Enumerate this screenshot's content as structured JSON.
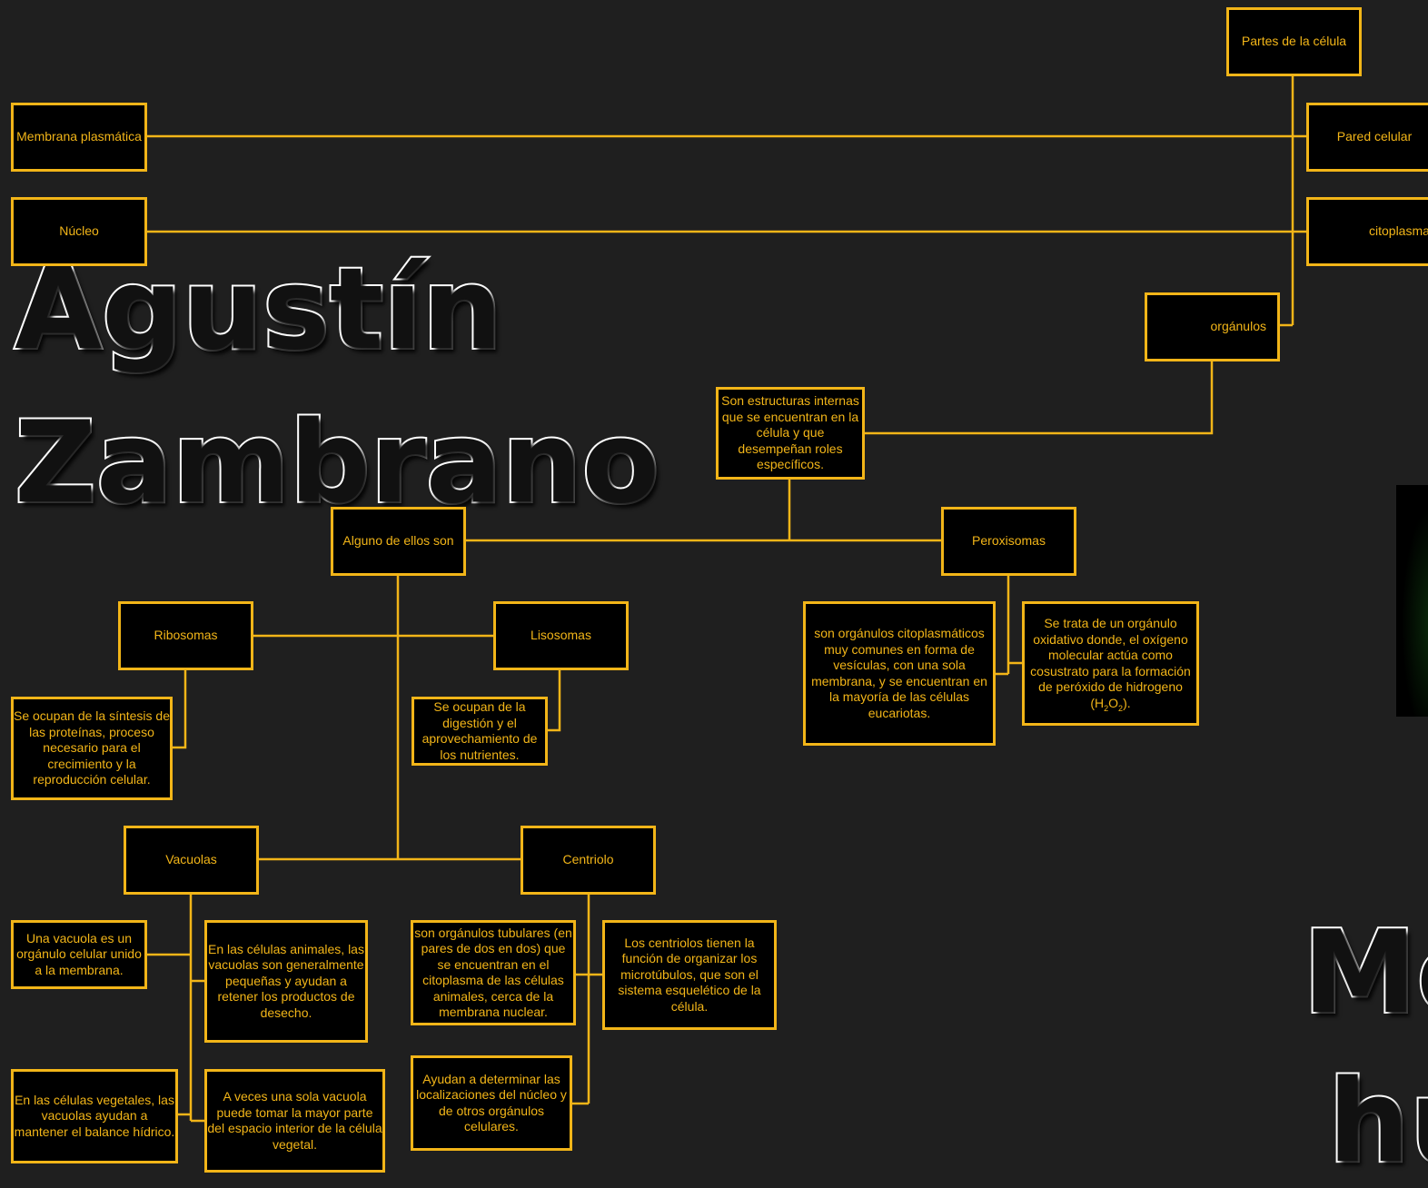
{
  "author": {
    "first_name": "Agustín",
    "last_name": "Zambrano",
    "right_title_line1": "Mo",
    "right_title_line2": "hu"
  },
  "colors": {
    "background": "#1f1f1f",
    "box_fill": "#000000",
    "accent": "#f2b518"
  },
  "diagram": {
    "root": "Partes de la célula",
    "membrana": "Membrana plasmática",
    "pared": "Pared celular",
    "nucleo": "Núcleo",
    "citoplasma": "citoplasma",
    "organulos": "orgánulos",
    "organulos_def": "Son estructuras internas que se encuentran en la célula y que desempeñan roles específicos.",
    "alguno": "Alguno de ellos son",
    "peroxisomas": "Peroxisomas",
    "peroxisomas_desc1": "son orgánulos citoplasmáticos muy comunes en forma de vesículas, con una sola membrana, y se encuentran en la mayoría de las células eucariotas.",
    "peroxisomas_desc2_a": "Se trata de un orgánulo oxidativo donde, el oxígeno molecular actúa como cosustrato para la formación de peróxido de hidrogeno (H",
    "peroxisomas_desc2_sub1": "2",
    "peroxisomas_desc2_b": "O",
    "peroxisomas_desc2_sub2": "2",
    "peroxisomas_desc2_c": ").",
    "ribosomas": "Ribosomas",
    "ribosomas_desc": "Se ocupan de la síntesis de las proteínas, proceso necesario para el crecimiento y la reproducción celular.",
    "lisosomas": "Lisosomas",
    "lisosomas_desc": "Se ocupan de la digestión y el aprovechamiento de los nutrientes.",
    "vacuolas": "Vacuolas",
    "vacuolas_desc1": "Una vacuola es un orgánulo celular unido a la membrana.",
    "vacuolas_desc2": "En las células animales, las vacuolas son generalmente pequeñas y ayudan a retener los productos de desecho.",
    "vacuolas_desc3": "En las células vegetales, las vacuolas ayudan a mantener el balance hídrico.",
    "vacuolas_desc4": "A veces una sola vacuola puede tomar la mayor parte del espacio interior de la célula vegetal.",
    "centriolo": "Centriolo",
    "centriolo_desc1": "son orgánulos tubulares (en pares de dos en dos) que se encuentran en el citoplasma de las células animales, cerca de la membrana nuclear.",
    "centriolo_desc2": "Los centriolos tienen la función de organizar los microtúbulos, que son el sistema esquelético de la célula.",
    "centriolo_desc3": "Ayudan a determinar las localizaciones del núcleo y de otros orgánulos celulares."
  }
}
